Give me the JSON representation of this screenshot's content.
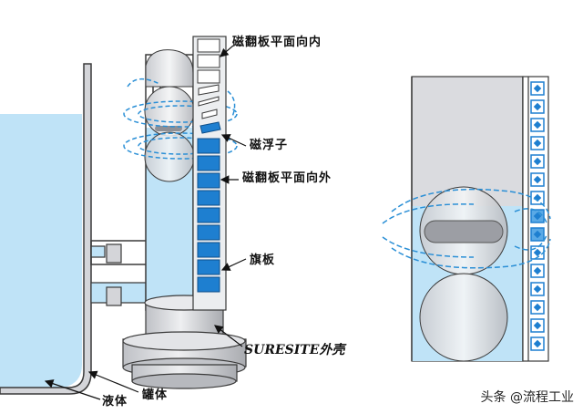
{
  "labels": {
    "flap_inward": "磁翻板平面向内",
    "float": "磁浮子",
    "flap_outward": "磁翻板平面向外",
    "flag_plate": "旗板",
    "housing": "SURESITE外壳",
    "liquid": "液体",
    "tank": "罐体"
  },
  "watermark": "头条 @流程工业",
  "colors": {
    "liquid": "#bfe3f7",
    "flap_blue": "#1e7fd0",
    "body_gray": "#d9dade",
    "outline": "#3a3a3a",
    "dash": "#2a8fd6"
  },
  "icons": [
    "arrow-icon",
    "watermark-logo-icon"
  ]
}
